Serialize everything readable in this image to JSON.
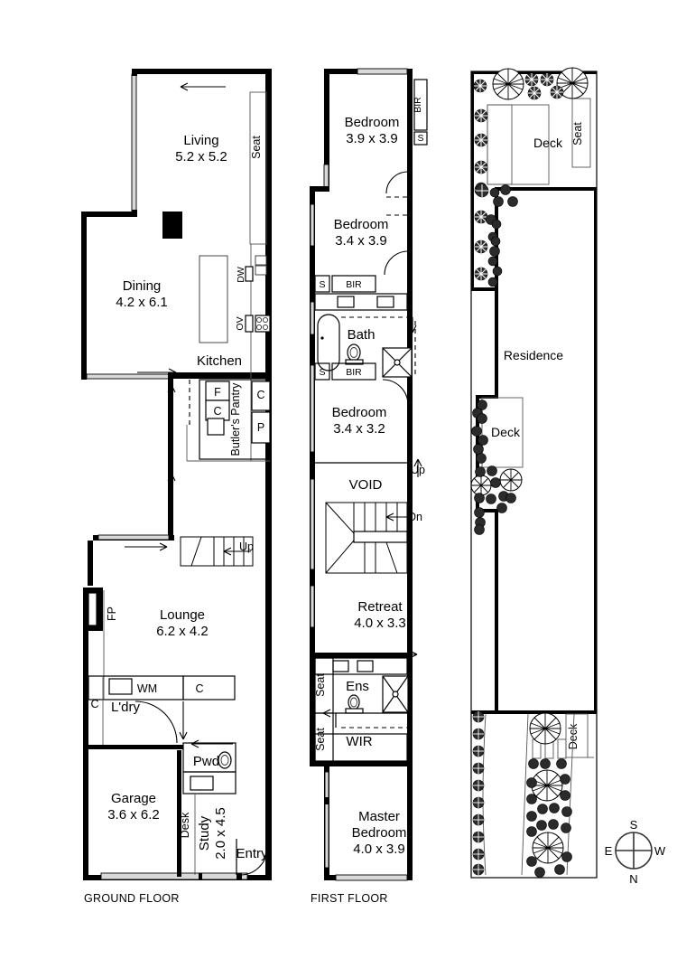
{
  "document": {
    "type": "real-estate-floorplan",
    "sheet_width": 750,
    "sheet_height": 1061,
    "background_color": "#ffffff",
    "line_color": "#000000"
  },
  "floor_labels": {
    "ground": "GROUND FLOOR",
    "first": "FIRST FLOOR"
  },
  "ground_floor": {
    "rooms": [
      {
        "name": "Living",
        "dims": "5.2 x 5.2"
      },
      {
        "name": "Dining",
        "dims": "4.2 x 6.1"
      },
      {
        "name": "Kitchen",
        "dims": ""
      },
      {
        "name": "Lounge",
        "dims": "6.2 x 4.2"
      },
      {
        "name": "Garage",
        "dims": "3.6 x 6.2"
      },
      {
        "name": "Study",
        "dims": "2.0 x 4.5"
      }
    ],
    "annotations": [
      {
        "label": "Seat"
      },
      {
        "label": "DW"
      },
      {
        "label": "OV"
      },
      {
        "label": "F"
      },
      {
        "label": "C"
      },
      {
        "label": "C"
      },
      {
        "label": "P"
      },
      {
        "label": "Butler's Pantry"
      },
      {
        "label": "Up"
      },
      {
        "label": "FP"
      },
      {
        "label": "WM"
      },
      {
        "label": "C"
      },
      {
        "label": "C"
      },
      {
        "label": "L'dry"
      },
      {
        "label": "Pwdr"
      },
      {
        "label": "Desk"
      },
      {
        "label": "Entry"
      }
    ]
  },
  "first_floor": {
    "rooms": [
      {
        "name": "Bedroom",
        "dims": "3.9 x 3.9"
      },
      {
        "name": "Bedroom",
        "dims": "3.4 x 3.9"
      },
      {
        "name": "Bath",
        "dims": ""
      },
      {
        "name": "Bedroom",
        "dims": "3.4 x 3.2"
      },
      {
        "name": "VOID",
        "dims": ""
      },
      {
        "name": "Retreat",
        "dims": "4.0 x 3.3"
      },
      {
        "name": "Ens",
        "dims": ""
      },
      {
        "name": "WIR",
        "dims": ""
      },
      {
        "name": "Master Bedroom",
        "dims": "4.0 x 3.9"
      }
    ],
    "annotations": [
      {
        "label": "BIR"
      },
      {
        "label": "S"
      },
      {
        "label": "BIR"
      },
      {
        "label": "S"
      },
      {
        "label": "BIR"
      },
      {
        "label": "S"
      },
      {
        "label": "Up"
      },
      {
        "label": "Dn"
      },
      {
        "label": "Seat"
      },
      {
        "label": "Seat"
      },
      {
        "label": "Seat"
      }
    ]
  },
  "site_plan": {
    "labels": [
      {
        "label": "Deck"
      },
      {
        "label": "Seat"
      },
      {
        "label": "Residence"
      },
      {
        "label": "Deck"
      },
      {
        "label": "Deck"
      }
    ]
  },
  "compass": {
    "top": "S",
    "bottom": "N",
    "left": "E",
    "right": "W"
  }
}
